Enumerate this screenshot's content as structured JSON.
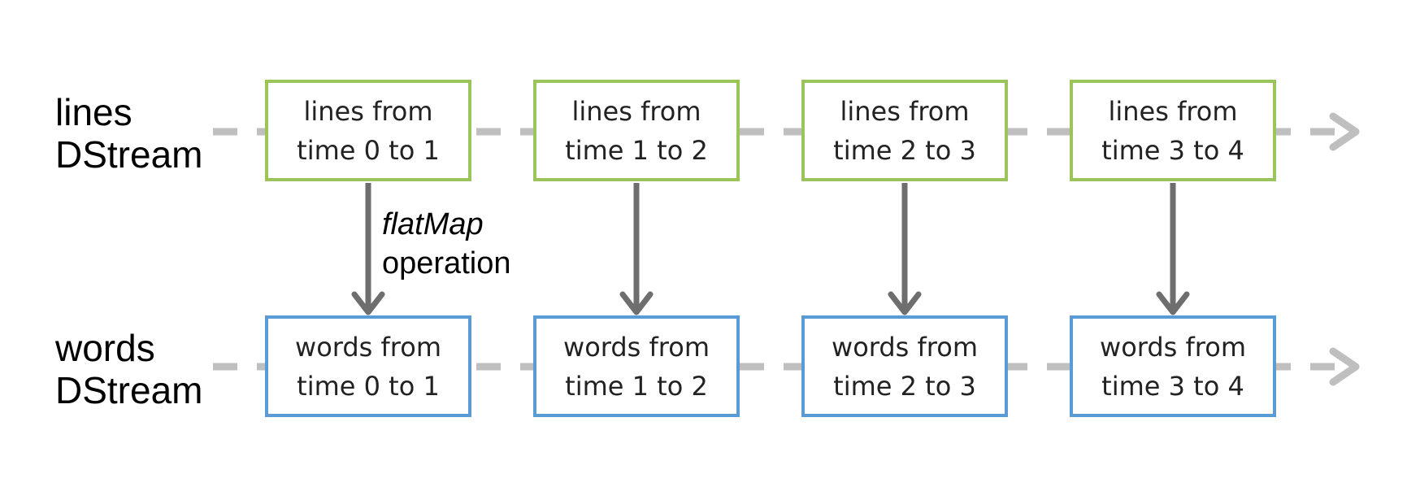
{
  "colors": {
    "timeline": "#bfbfbf",
    "arrow": "#6e6e6e",
    "lines_border": "#9bc45a",
    "words_border": "#5b9bd5"
  },
  "rows": [
    {
      "label_line1": "lines",
      "label_line2": "DStream",
      "boxes": [
        {
          "line1": "lines from",
          "line2": "time 0 to 1"
        },
        {
          "line1": "lines from",
          "line2": "time 1 to 2"
        },
        {
          "line1": "lines from",
          "line2": "time 2 to 3"
        },
        {
          "line1": "lines from",
          "line2": "time 3 to 4"
        }
      ]
    },
    {
      "label_line1": "words",
      "label_line2": "DStream",
      "boxes": [
        {
          "line1": "words from",
          "line2": "time 0 to 1"
        },
        {
          "line1": "words from",
          "line2": "time 1 to 2"
        },
        {
          "line1": "words from",
          "line2": "time 2 to 3"
        },
        {
          "line1": "words from",
          "line2": "time 3 to 4"
        }
      ]
    }
  ],
  "operation": {
    "name": "flatMap",
    "word": "operation"
  }
}
